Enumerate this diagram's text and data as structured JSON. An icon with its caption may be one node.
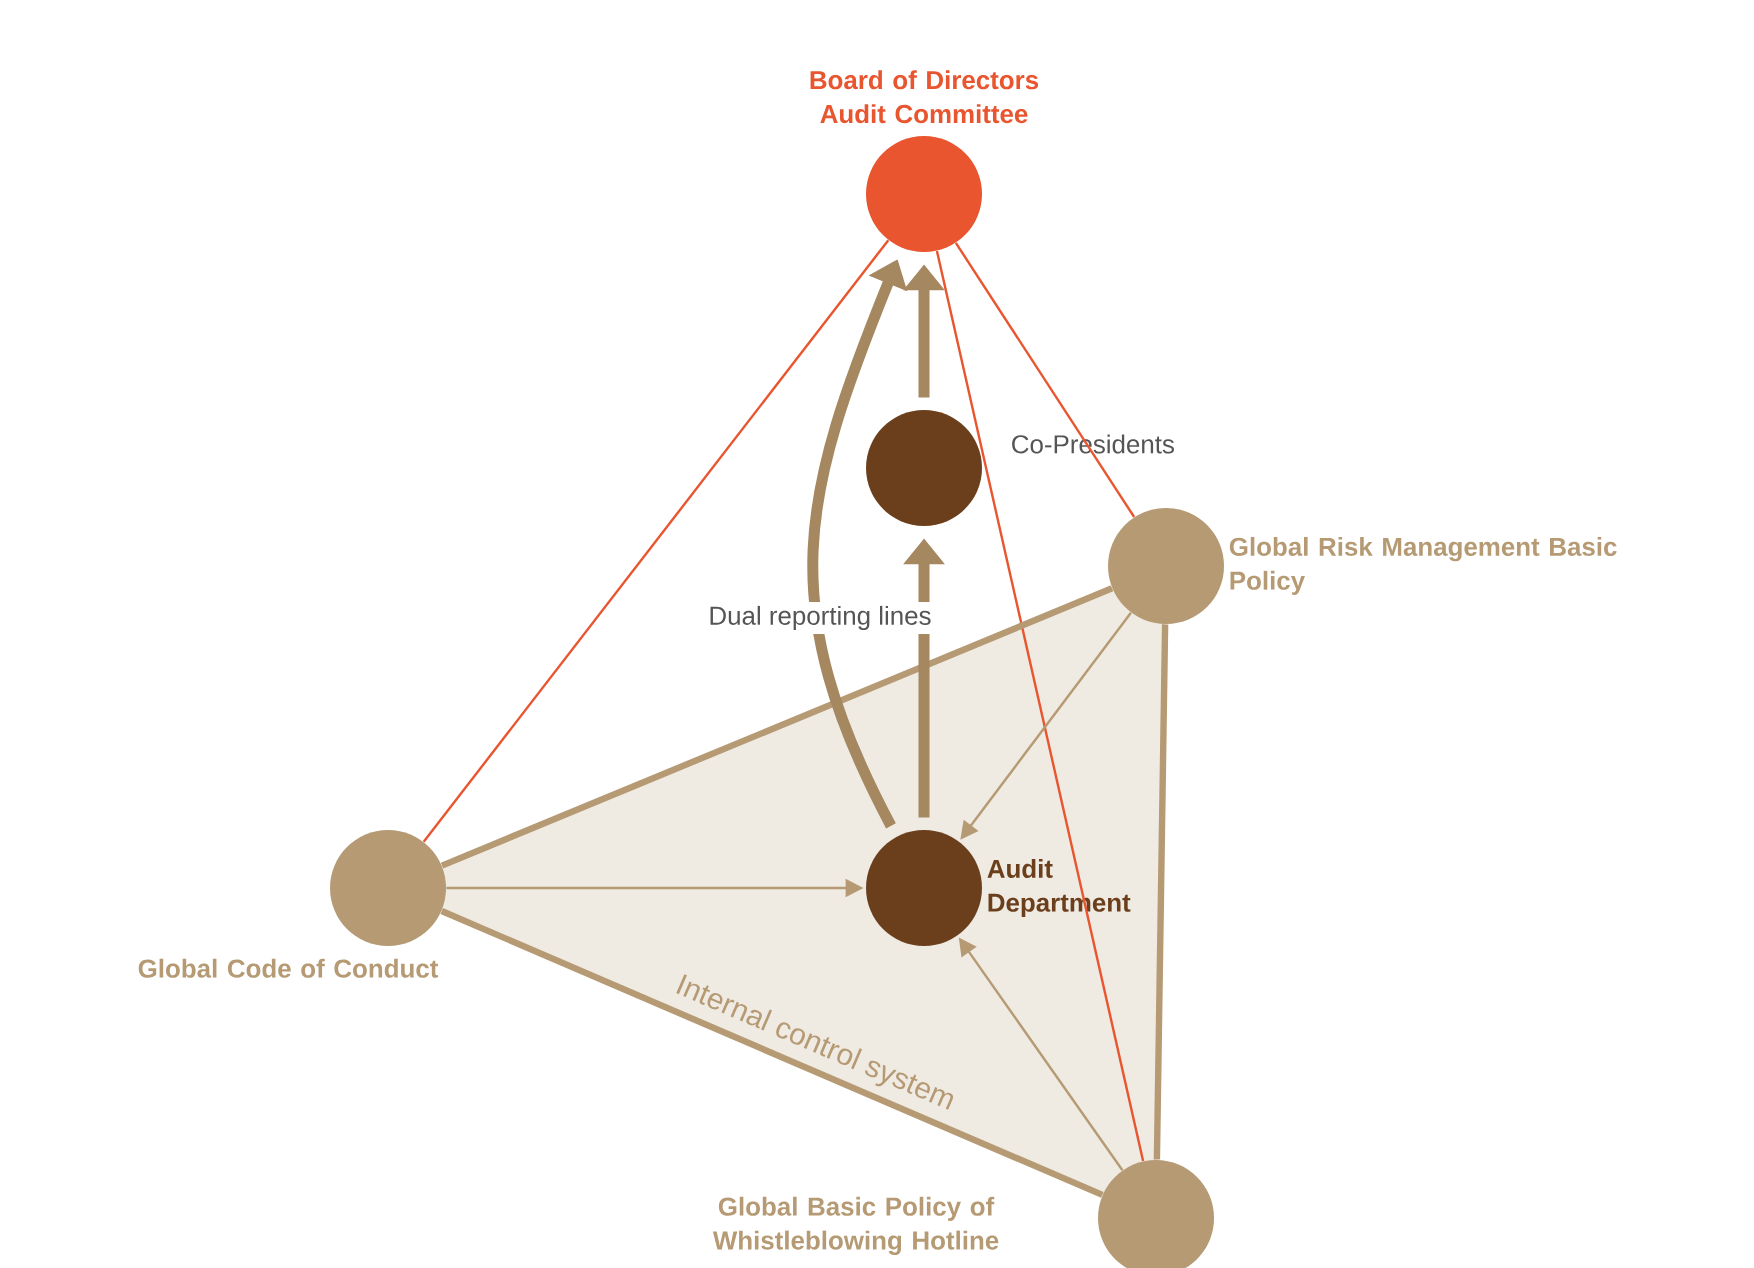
{
  "diagram": {
    "nodes": [
      {
        "text": [
          "Board of Directors Audit Committee"
        ]
      },
      {
        "text": [
          "Co-Presidents"
        ]
      },
      {
        "text": [
          "Global Risk Management Basic Policy"
        ]
      },
      {
        "text": [
          "Global Code of Conduct"
        ]
      },
      {
        "text": [
          "Audit Department"
        ]
      },
      {
        "text": [
          "Global Basic Policy of Whistleblowing Hotline"
        ]
      }
    ],
    "edges": [
      {
        "from": 0,
        "to": 3,
        "arrow": "none",
        "color": "#e8552f"
      },
      {
        "from": 0,
        "to": 2,
        "arrow": "none",
        "color": "#e8552f"
      },
      {
        "from": 0,
        "to": 5,
        "arrow": "none",
        "color": "#e8552f"
      },
      {
        "from": 3,
        "to": 2,
        "arrow": "none",
        "style": "thick"
      },
      {
        "from": 2,
        "to": 5,
        "arrow": "none",
        "style": "thick"
      },
      {
        "from": 5,
        "to": 3,
        "arrow": "none",
        "style": "thick",
        "label": "Internal control system"
      },
      {
        "from": 3,
        "to": 4,
        "arrow": "to"
      },
      {
        "from": 2,
        "to": 4,
        "arrow": "to"
      },
      {
        "from": 5,
        "to": 4,
        "arrow": "to"
      },
      {
        "from": 4,
        "to": 1,
        "arrow": "to",
        "style": "thick",
        "color": "#a58760"
      },
      {
        "from": 1,
        "to": 0,
        "arrow": "to",
        "style": "thick",
        "color": "#a58760"
      },
      {
        "from": 4,
        "to": 0,
        "arrow": "to",
        "style": "thick",
        "color": "#a58760"
      }
    ],
    "labels": [
      "Dual reporting lines"
    ]
  }
}
